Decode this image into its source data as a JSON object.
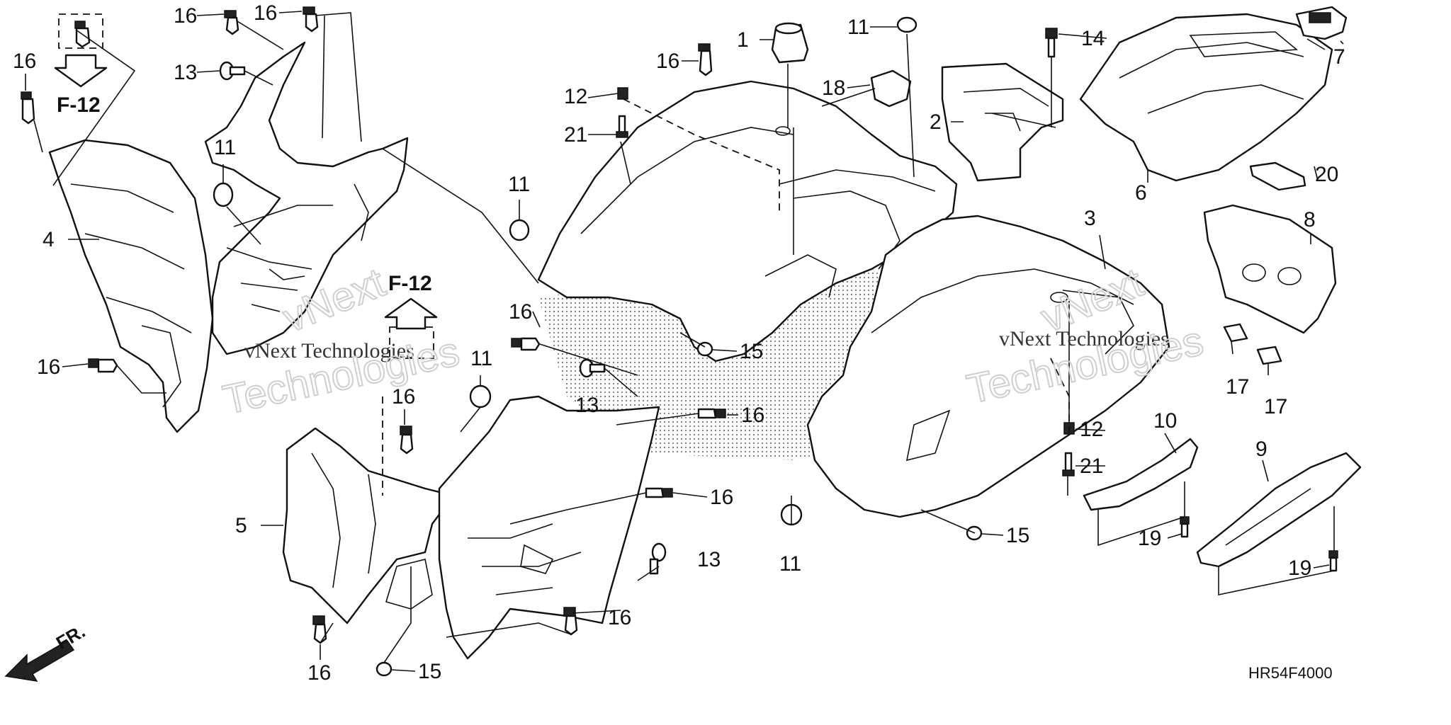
{
  "diagram": {
    "reference_arrows": [
      {
        "id": "upper-left",
        "label": "F-12"
      },
      {
        "id": "center",
        "label": "F-12"
      }
    ],
    "front_label": "FR.",
    "drawing_code": "HR54F4000",
    "watermark": {
      "line1": "vNext",
      "line2": "vNext Technologies",
      "line3": "Technologies"
    },
    "callouts": [
      "1",
      "2",
      "3",
      "4",
      "5",
      "6",
      "7",
      "8",
      "9",
      "10",
      "11",
      "12",
      "13",
      "14",
      "15",
      "16",
      "17",
      "18",
      "19",
      "20",
      "21"
    ]
  }
}
